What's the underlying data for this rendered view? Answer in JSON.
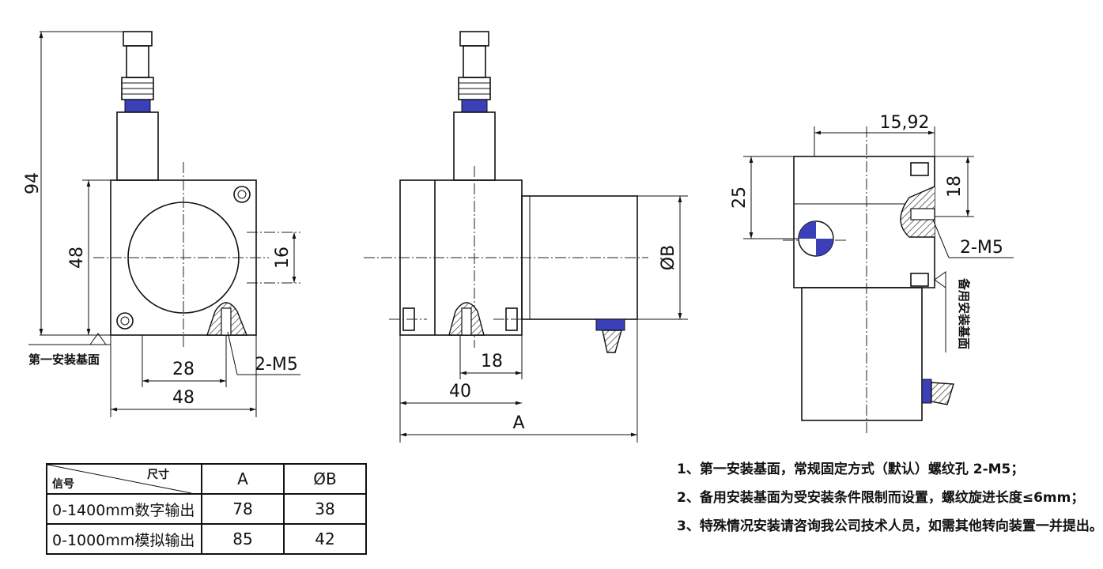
{
  "front_view": {
    "dim_94": "94",
    "dim_48_vertical": "48",
    "dim_16": "16",
    "dim_28": "28",
    "dim_48_horizontal": "48",
    "thread_label": "2-M5",
    "base_label": "第一安装基面"
  },
  "side_view": {
    "dim_18": "18",
    "dim_40": "40",
    "dim_A": "A",
    "dim_phiB": "ØB"
  },
  "top_view": {
    "dim_15_92": "15,92",
    "dim_25": "25",
    "dim_18": "18",
    "thread_label": "2-M5",
    "alt_base_label": "备用安装基面"
  },
  "spec_table": {
    "header_left": "信号",
    "header_right": "尺寸",
    "col_a": "A",
    "col_b": "ØB",
    "rows": [
      {
        "label": "0-1400mm数字输出",
        "a": "78",
        "b": "38"
      },
      {
        "label": "0-1000mm模拟输出",
        "a": "85",
        "b": "42"
      }
    ]
  },
  "notes": [
    "1、第一安装基面，常规固定方式（默认）螺纹孔 2-M5；",
    "2、备用安装基面为受安装条件限制而设置，螺纹旋进长度≤6mm；",
    "3、特殊情况安装请咨询我公司技术人员，如需其他转向装置一并提出。"
  ]
}
